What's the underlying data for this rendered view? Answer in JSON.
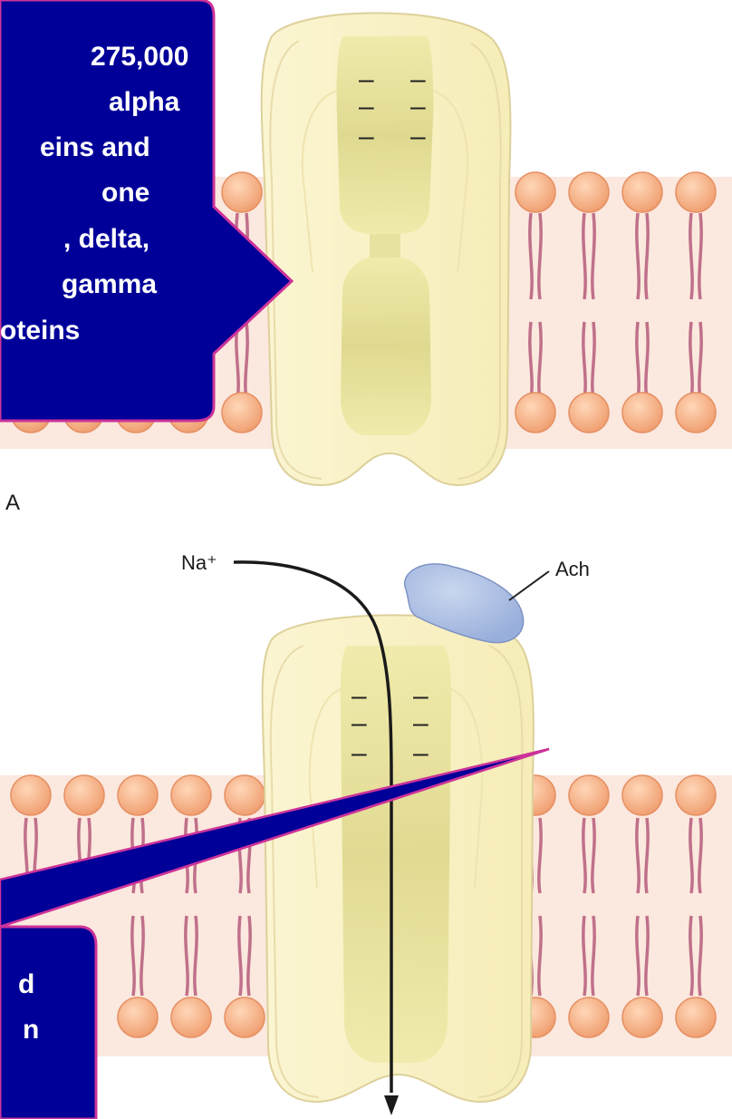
{
  "panel_a": {
    "label": "A",
    "charges": [
      "–",
      "–",
      "–",
      "–",
      "–",
      "–"
    ]
  },
  "panel_b": {
    "ion_label": "Na⁺",
    "ligand_label": "Ach",
    "charges": [
      "–",
      "–",
      "–",
      "–",
      "–",
      "–"
    ]
  },
  "callout_top": {
    "lines": [
      "275,000",
      "alpha",
      "eins and",
      "one",
      ", delta,",
      "gamma",
      "oteins"
    ]
  },
  "callout_bottom": {
    "lines": [
      "d",
      "n"
    ]
  },
  "colors": {
    "callout_fill": "#000099",
    "callout_border": "#cc3399",
    "channel_fill": "#f8f0bf",
    "channel_stroke": "#d8c98a",
    "channel_core": "#e4df9a",
    "membrane_bg": "#fbe6dc",
    "lipid_head": "#f4a97b",
    "lipid_tail": "#c0708a",
    "ach_fill": "#a9bde0"
  }
}
